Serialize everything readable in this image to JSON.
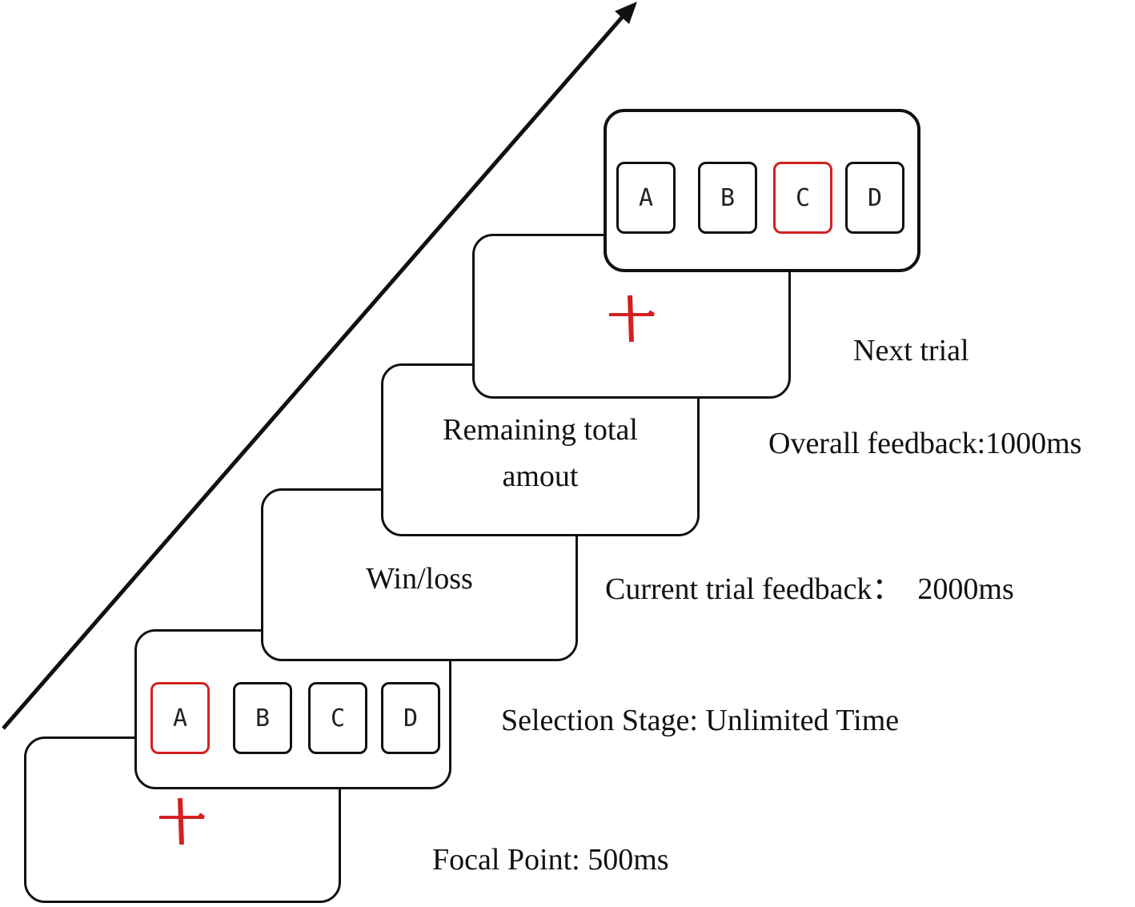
{
  "colors": {
    "stroke": "#111111",
    "highlight": "#d42020",
    "background": "#ffffff"
  },
  "icons": {
    "fixation": "red-cross-icon",
    "time_arrow": "diagonal-arrow-icon"
  },
  "screens": {
    "focal": {
      "content": "fixation-cross"
    },
    "selection": {
      "cards": [
        {
          "label": "A",
          "selected": true
        },
        {
          "label": "B",
          "selected": false
        },
        {
          "label": "C",
          "selected": false
        },
        {
          "label": "D",
          "selected": false
        }
      ]
    },
    "trial_feedback": {
      "text": "Win/loss"
    },
    "overall_feedback": {
      "line1": "Remaining total",
      "line2": "amout"
    },
    "next_fixation": {
      "content": "fixation-cross"
    },
    "next_selection": {
      "cards": [
        {
          "label": "A",
          "selected": false
        },
        {
          "label": "B",
          "selected": false
        },
        {
          "label": "C",
          "selected": true
        },
        {
          "label": "D",
          "selected": false
        }
      ]
    }
  },
  "labels": {
    "focal_point": "Focal Point: 500ms",
    "selection_stage": "Selection Stage: Unlimited Time",
    "current_trial_feedback": "Current trial feedback：  2000ms",
    "overall_feedback": "Overall feedback:1000ms",
    "next_trial": "Next trial"
  }
}
